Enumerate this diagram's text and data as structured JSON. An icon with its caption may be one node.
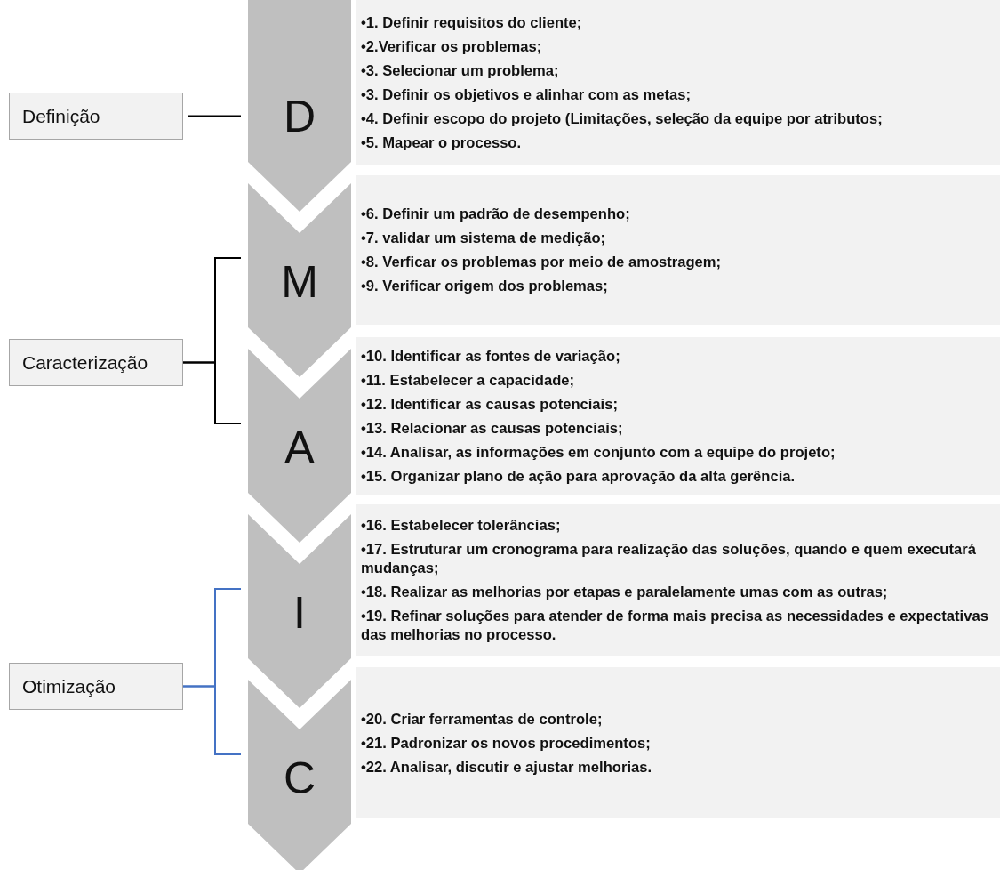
{
  "diagram": {
    "nodes": [
      {
        "text": [
          "Definição"
        ]
      },
      {
        "text": [
          "Caracterização"
        ]
      },
      {
        "text": [
          "Otimização"
        ]
      },
      {
        "text": [
          "D"
        ]
      },
      {
        "text": [
          "M"
        ]
      },
      {
        "text": [
          "A"
        ]
      },
      {
        "text": [
          "I"
        ]
      },
      {
        "text": [
          "C"
        ]
      },
      {
        "text": [
          "•1. Definir requisitos do cliente;",
          "•2.Verificar os problemas;",
          "•3. Selecionar um problema;",
          "•3. Definir os objetivos e alinhar com as metas;",
          "•4. Definir escopo do projeto (Limitações, seleção da equipe por atributos;",
          "•5. Mapear o processo."
        ]
      },
      {
        "text": [
          "•6. Definir um padrão de desempenho;",
          "•7. validar um sistema de medição;",
          "•8. Verficar os problemas  por meio de amostragem;",
          "•9. Verificar origem dos problemas;"
        ]
      },
      {
        "text": [
          "•10. Identificar as fontes de variação;",
          "•11. Estabelecer a capacidade;",
          "•12. Identificar as causas potenciais;",
          "•13. Relacionar as causas potenciais;",
          "•14. Analisar, as informações em conjunto com a equipe do projeto;",
          "•15. Organizar plano de ação para aprovação da  alta gerência."
        ]
      },
      {
        "text": [
          "•16. Estabelecer tolerâncias;",
          "•17. Estruturar um cronograma para realização das soluções,  quando e quem executará mudanças;",
          "•18. Realizar as melhorias por etapas e paralelamente umas com as outras;",
          "•19. Refinar soluções para atender de forma mais precisa as necessidades e expectativas das melhorias no processo."
        ]
      },
      {
        "text": [
          "•20. Criar ferramentas de controle;",
          "•21. Padronizar os novos procedimentos;",
          "•22. Analisar, discutir e ajustar melhorias."
        ]
      }
    ],
    "edges": [
      {
        "from": 0,
        "to": 3,
        "arrow": "none"
      },
      {
        "from": 1,
        "to": 4,
        "arrow": "none"
      },
      {
        "from": 1,
        "to": 5,
        "arrow": "none"
      },
      {
        "from": 2,
        "to": 6,
        "arrow": "none",
        "color": "#4472c4"
      },
      {
        "from": 2,
        "to": 7,
        "arrow": "none",
        "color": "#4472c4"
      }
    ]
  }
}
